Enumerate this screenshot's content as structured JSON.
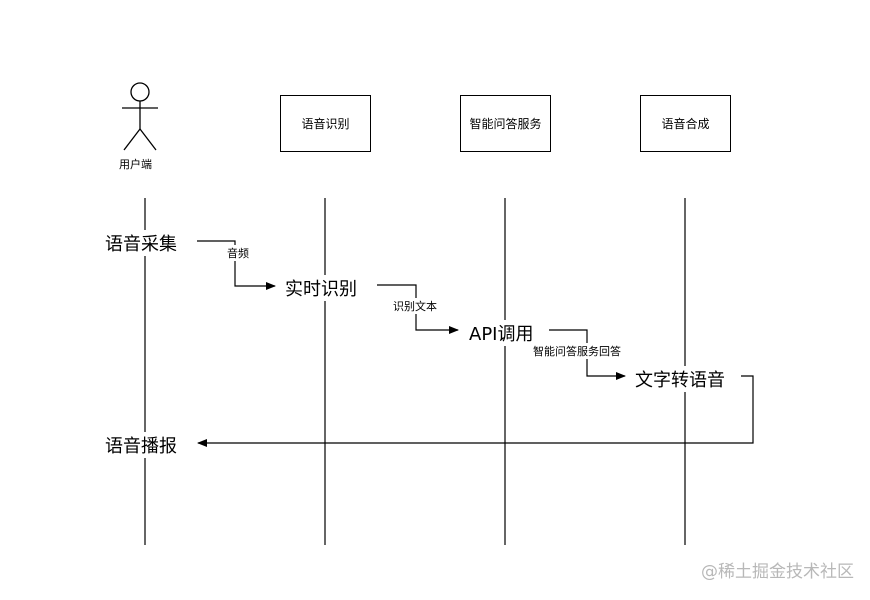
{
  "actor": {
    "label": "用户端"
  },
  "participants": [
    {
      "label": "语音识别"
    },
    {
      "label": "智能问答服务"
    },
    {
      "label": "语音合成"
    }
  ],
  "steps": [
    {
      "label": "语音采集"
    },
    {
      "label": "实时识别"
    },
    {
      "label": "API调用"
    },
    {
      "label": "文字转语音"
    },
    {
      "label": "语音播报"
    }
  ],
  "edges": [
    {
      "label": "音频"
    },
    {
      "label": "识别文本"
    },
    {
      "label": "智能问答服务回答"
    }
  ],
  "watermark": "@稀土掘金技术社区"
}
